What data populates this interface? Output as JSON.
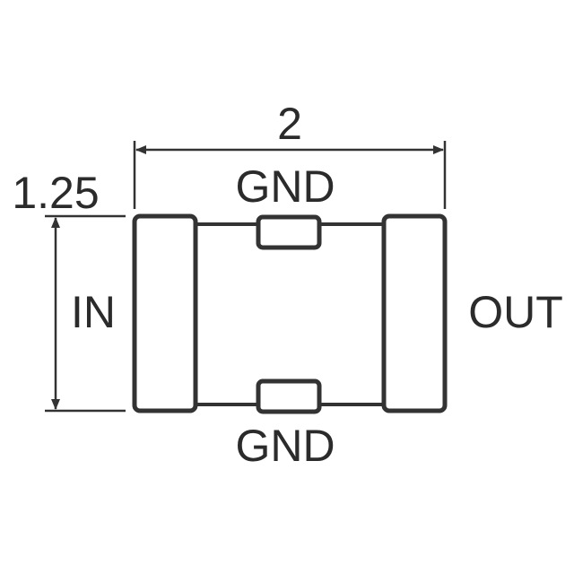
{
  "labels": {
    "width_dim": "2",
    "height_dim": "1.25",
    "gnd_top": "GND",
    "gnd_bottom": "GND",
    "input": "IN",
    "output": "OUT"
  },
  "colors": {
    "stroke": "#333333",
    "fill": "#ffffff",
    "text": "#2b2b2b"
  }
}
